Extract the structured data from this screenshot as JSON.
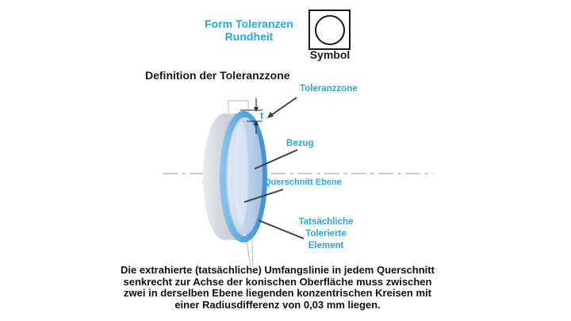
{
  "colors": {
    "accent_blue": "#29a8e0",
    "text_black": "#1a1a1a",
    "disc_body_gray": "#c8cdd3",
    "disc_ring_blue": "#54a4de",
    "disc_face_blue": "#b9cfe9"
  },
  "header": {
    "title_line1": "Form Toleranzen",
    "title_line2": "Rundheit",
    "symbol_label": "Symbol",
    "symbol_icon": "roundness-circle-in-square"
  },
  "section": {
    "heading": "Definition der Toleranzzone"
  },
  "diagram": {
    "labels": {
      "toleranzzone": "Toleranzzone",
      "t": "t",
      "bezug": "Bezug",
      "querschnitt_ebene": "Querschnitt Ebene",
      "tatsaechliche_line1": "Tatsächliche",
      "tatsaechliche_line2": "Tolerierte",
      "tatsaechliche_line3": "Element"
    }
  },
  "description": {
    "line1": "Die extrahierte (tatsächliche) Umfangslinie in jedem Querschnitt",
    "line2": "senkrecht zur Achse der konischen Oberfläche muss zwischen",
    "line3": "zwei in derselben Ebene liegenden konzentrischen Kreisen mit",
    "line4": "einer Radiusdifferenz von 0,03 mm liegen."
  }
}
